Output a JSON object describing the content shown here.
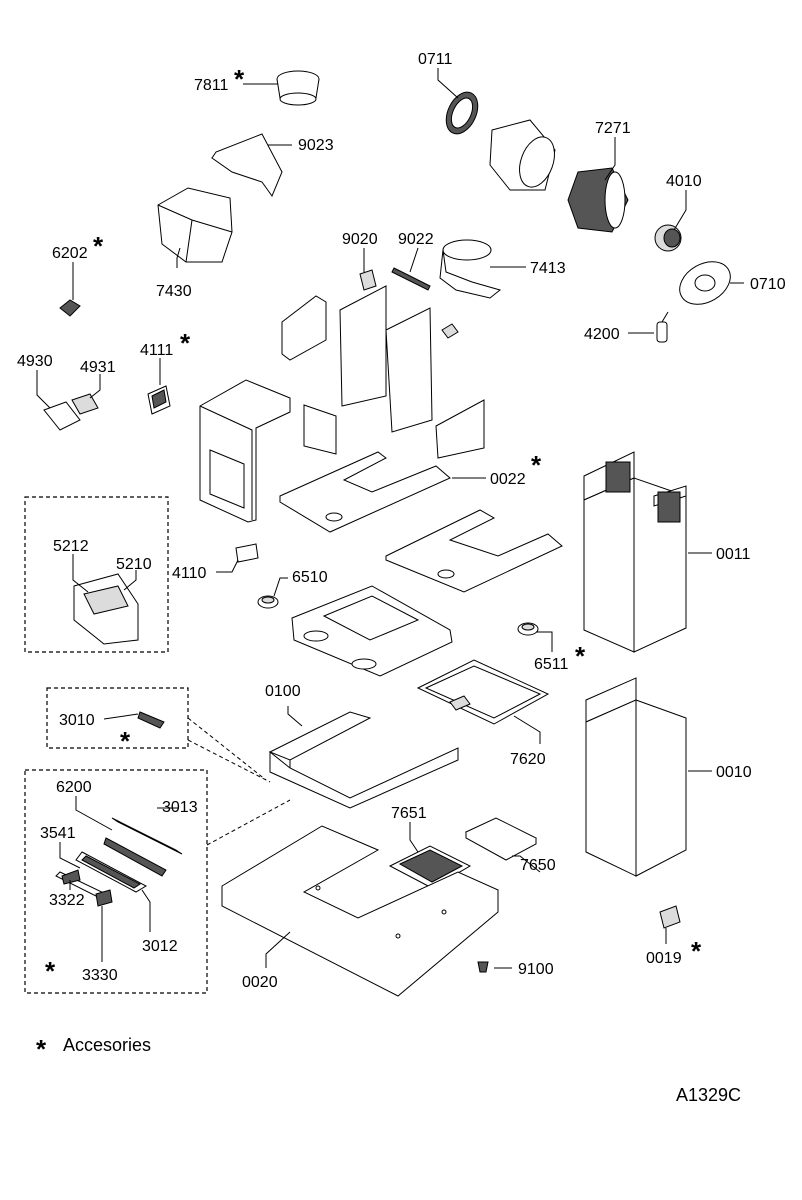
{
  "parts": [
    {
      "id": "p7811",
      "number": "7811",
      "accessory": true
    },
    {
      "id": "p0711",
      "number": "0711",
      "accessory": false
    },
    {
      "id": "p7271",
      "number": "7271",
      "accessory": false
    },
    {
      "id": "p9023",
      "number": "9023",
      "accessory": false
    },
    {
      "id": "p4010",
      "number": "4010",
      "accessory": false
    },
    {
      "id": "p6202",
      "number": "6202",
      "accessory": true
    },
    {
      "id": "p9020",
      "number": "9020",
      "accessory": false
    },
    {
      "id": "p9022",
      "number": "9022",
      "accessory": false
    },
    {
      "id": "p7413",
      "number": "7413",
      "accessory": false
    },
    {
      "id": "p7430",
      "number": "7430",
      "accessory": false
    },
    {
      "id": "p0710",
      "number": "0710",
      "accessory": false
    },
    {
      "id": "p4200",
      "number": "4200",
      "accessory": false
    },
    {
      "id": "p4111",
      "number": "4111",
      "accessory": true
    },
    {
      "id": "p4930",
      "number": "4930",
      "accessory": false
    },
    {
      "id": "p4931",
      "number": "4931",
      "accessory": false
    },
    {
      "id": "p0022",
      "number": "0022",
      "accessory": true
    },
    {
      "id": "p5212",
      "number": "5212",
      "accessory": false
    },
    {
      "id": "p5210",
      "number": "5210",
      "accessory": false
    },
    {
      "id": "p4110",
      "number": "4110",
      "accessory": false
    },
    {
      "id": "p6510",
      "number": "6510",
      "accessory": false
    },
    {
      "id": "p0011",
      "number": "0011",
      "accessory": false
    },
    {
      "id": "p6511",
      "number": "6511",
      "accessory": true
    },
    {
      "id": "p0100",
      "number": "0100",
      "accessory": false
    },
    {
      "id": "p3010",
      "number": "3010",
      "accessory": true
    },
    {
      "id": "p7620",
      "number": "7620",
      "accessory": false
    },
    {
      "id": "p0010",
      "number": "0010",
      "accessory": false
    },
    {
      "id": "p6200",
      "number": "6200",
      "accessory": false
    },
    {
      "id": "p3013",
      "number": "3013",
      "accessory": false
    },
    {
      "id": "p7651",
      "number": "7651",
      "accessory": false
    },
    {
      "id": "p3541",
      "number": "3541",
      "accessory": false
    },
    {
      "id": "p7650",
      "number": "7650",
      "accessory": false
    },
    {
      "id": "p3322",
      "number": "3322",
      "accessory": false
    },
    {
      "id": "p3012",
      "number": "3012",
      "accessory": false
    },
    {
      "id": "p0019",
      "number": "0019",
      "accessory": true
    },
    {
      "id": "p3330",
      "number": "3330",
      "accessory": false
    },
    {
      "id": "p0020",
      "number": "0020",
      "accessory": false
    },
    {
      "id": "p9100",
      "number": "9100",
      "accessory": false
    }
  ],
  "symbols": {
    "asterisk": "*"
  },
  "legend": {
    "symbol": "*",
    "text": "Accesories"
  },
  "drawing_code": "A1329C"
}
